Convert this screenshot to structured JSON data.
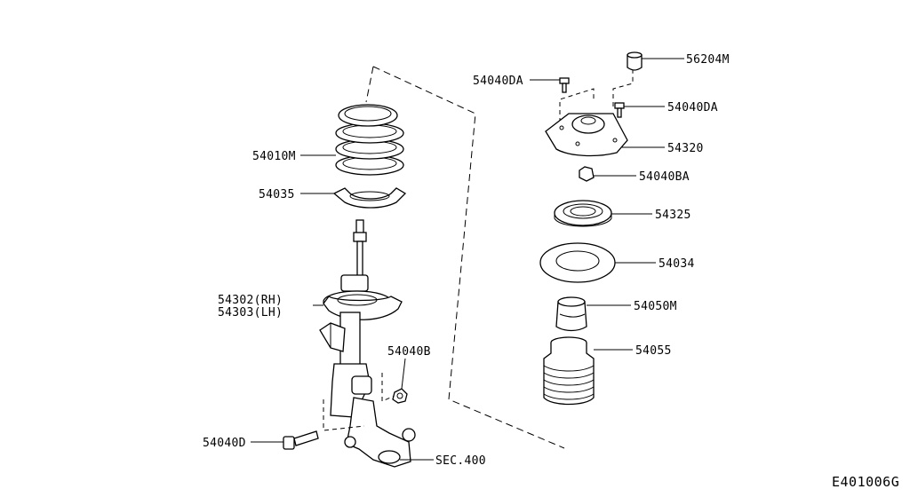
{
  "labels": {
    "p54010M": "54010M",
    "p54035": "54035",
    "p54302": "54302(RH)",
    "p54303": "54303(LH)",
    "p54040B": "54040B",
    "p54040D": "54040D",
    "sec400": "SEC.400",
    "p54040DA_left": "54040DA",
    "p56204M": "56204M",
    "p54040DA_right": "54040DA",
    "p54320": "54320",
    "p54040BA": "54040BA",
    "p54325": "54325",
    "p54034": "54034",
    "p54050M": "54050M",
    "p54055": "54055"
  },
  "diagram_code": "E401006G"
}
